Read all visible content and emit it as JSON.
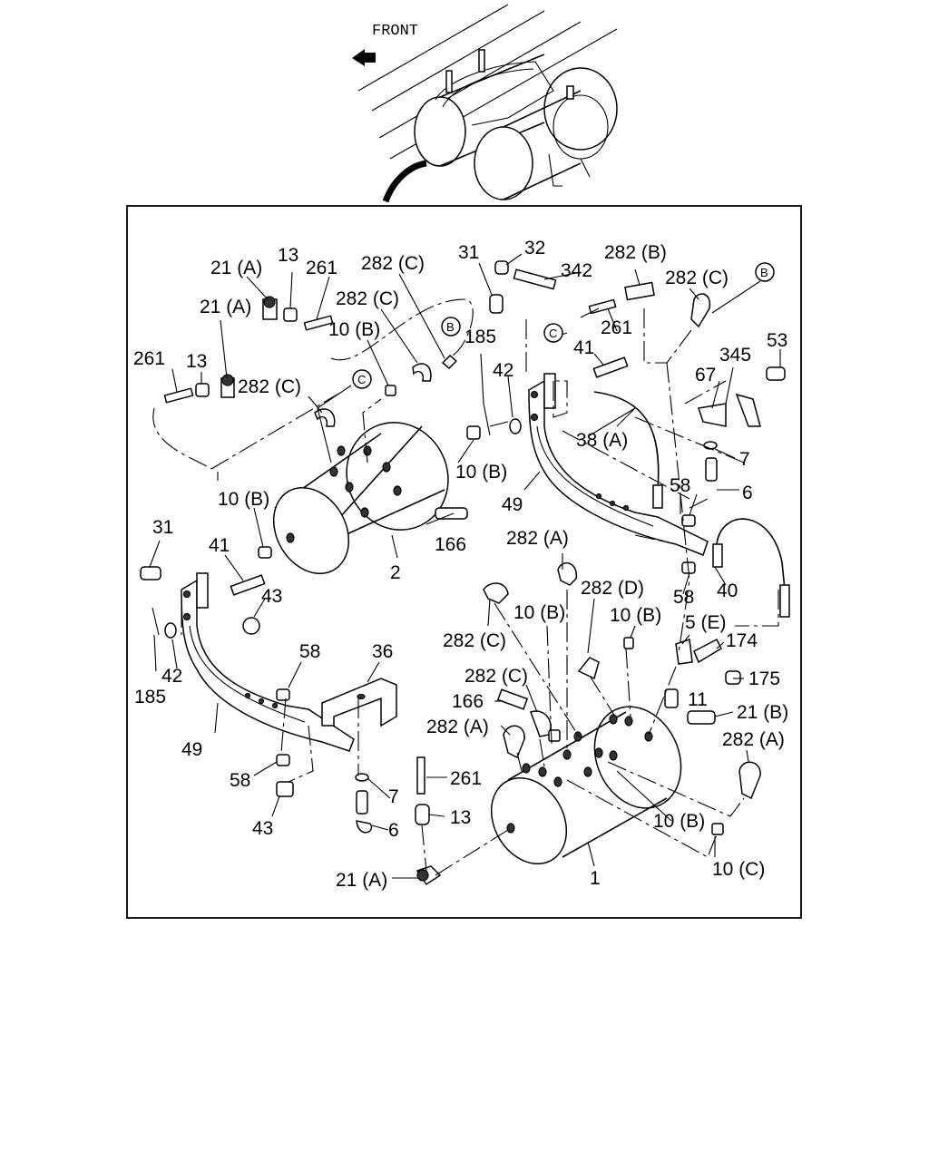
{
  "header": {
    "front_label": "FRONT"
  },
  "labels": {
    "l1": "1",
    "l2": "2",
    "l5e": "5 (E)",
    "l6a": "6",
    "l6b": "6",
    "l7a": "7",
    "l7b": "7",
    "l10b_1": "10 (B)",
    "l10b_2": "10 (B)",
    "l10b_3": "10 (B)",
    "l10b_4": "10 (B)",
    "l10b_5": "10 (B)",
    "l10b_6": "10 (B)",
    "l10c": "10 (C)",
    "l11": "11",
    "l13a": "13",
    "l13b": "13",
    "l13c": "13",
    "l21a_1": "21 (A)",
    "l21a_2": "21 (A)",
    "l21a_3": "21 (A)",
    "l21b": "21 (B)",
    "l31a": "31",
    "l31b": "31",
    "l32": "32",
    "l36": "36",
    "l38a": "38 (A)",
    "l40": "40",
    "l41a": "41",
    "l41b": "41",
    "l42a": "42",
    "l42b": "42",
    "l43a": "43",
    "l43b": "43",
    "l49a": "49",
    "l49b": "49",
    "l53": "53",
    "l58a": "58",
    "l58b": "58",
    "l58c": "58",
    "l58d": "58",
    "l67": "67",
    "l166a": "166",
    "l166b": "166",
    "l174": "174",
    "l175": "175",
    "l185a": "185",
    "l185b": "185",
    "l261a": "261",
    "l261b": "261",
    "l261c": "261",
    "l261d": "261",
    "l282a_1": "282 (A)",
    "l282a_2": "282 (A)",
    "l282a_3": "282 (A)",
    "l282b": "282 (B)",
    "l282c_1": "282 (C)",
    "l282c_2": "282 (C)",
    "l282c_3": "282 (C)",
    "l282c_4": "282 (C)",
    "l282c_5": "282 (C)",
    "l282c_6": "282 (C)",
    "l282d": "282 (D)",
    "l342": "342",
    "l345": "345"
  },
  "connectors": {
    "b1": "B",
    "b2": "B",
    "c1": "C",
    "c2": "C"
  }
}
